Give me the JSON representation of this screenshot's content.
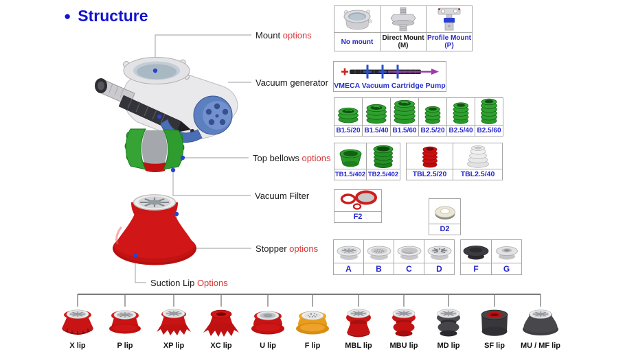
{
  "colors": {
    "title_blue": "#1313CE",
    "table_label_blue": "#2424CC",
    "accent_red": "#D93434",
    "bellows_green": "#2FA02F",
    "cup_red": "#C81414",
    "cap_blue": "#5C7FC0",
    "f_lip_orange": "#E89C1C",
    "dark_lip_gray": "#46464A",
    "leader_gray": "#AFAFAF"
  },
  "title": {
    "bullet": "●",
    "text": "Structure"
  },
  "callouts": {
    "mount": {
      "prefix": "Mount ",
      "accent": "options"
    },
    "generator": {
      "prefix": "Vacuum generator",
      "accent": ""
    },
    "top_bellows": {
      "prefix": "Top bellows ",
      "accent": "options"
    },
    "filter": {
      "prefix": "Vacuum Filter",
      "accent": ""
    },
    "stopper": {
      "prefix": "Stopper ",
      "accent": "options"
    },
    "suction_lip": {
      "prefix": "Suction Lip ",
      "accent": "Options"
    }
  },
  "mount_options": {
    "labels": [
      "No mount",
      "Direct Mount (M)",
      "Profile Mount (P)"
    ]
  },
  "pump": {
    "label": "VMECA Vacuum Cartridge Pump"
  },
  "top_bellows_options": {
    "row1": [
      "B1.5/20",
      "B1.5/40",
      "B1.5/60",
      "B2.5/20",
      "B2.5/40",
      "B2.5/60"
    ],
    "row2a": [
      "TB1.5/402",
      "TB2.5/402"
    ],
    "row2b": [
      "TBL2.5/20",
      "TBL2.5/40"
    ]
  },
  "vacuum_filter": {
    "label": "F2"
  },
  "bottom_plate": {
    "label": "D2"
  },
  "stopper_options": {
    "group1": [
      "A",
      "B",
      "C",
      "D"
    ],
    "group2": [
      "F",
      "G"
    ]
  },
  "suction_lips": {
    "labels": [
      "X lip",
      "P lip",
      "XP lip",
      "XC lip",
      "U lip",
      "F lip",
      "MBL lip",
      "MBU lip",
      "MD lip",
      "SF lip",
      "MU / MF lip"
    ]
  }
}
